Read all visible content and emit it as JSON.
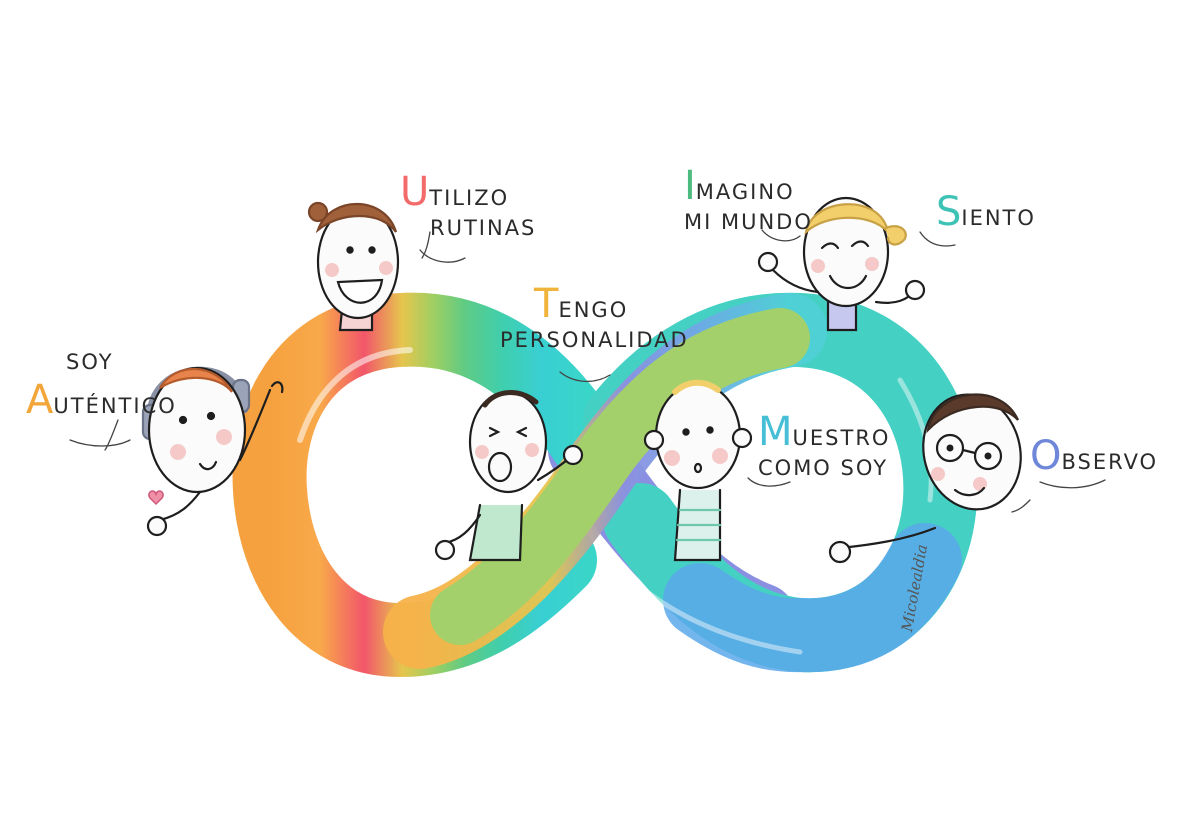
{
  "labels": [
    {
      "key": "soy",
      "cap": "A",
      "rest": "UTÉNTICO",
      "pre": "SOY",
      "color": "#f2a63a"
    },
    {
      "key": "utilizo",
      "cap": "U",
      "rest": "TILIZO",
      "line2": "RUTINAS",
      "color": "#f26a6a"
    },
    {
      "key": "tengo",
      "cap": "T",
      "rest": "ENGO",
      "line2": "PERSONALIDAD",
      "color": "#f0b33c"
    },
    {
      "key": "imagino",
      "cap": "I",
      "rest": "MAGINO",
      "line2": "MI MUNDO",
      "color": "#4dbb7f"
    },
    {
      "key": "siento",
      "cap": "S",
      "rest": "IENTO",
      "color": "#3fc2b6"
    },
    {
      "key": "muestro",
      "cap": "M",
      "rest": "UESTRO",
      "line2": "COMO SOY",
      "color": "#46bfd6"
    },
    {
      "key": "observo",
      "cap": "O",
      "rest": "BSERVO",
      "color": "#6f87d8"
    }
  ],
  "signature": "Micolealdia",
  "colors": {
    "ink": "#1e1e1e",
    "skin": "#fbfbfb",
    "cheek": "#f6c9c9",
    "hair_brown": "#a0603a",
    "hair_orange": "#e7834b",
    "hair_blonde": "#f2cf6b",
    "hair_dark": "#3a2a22",
    "heart": "#f08fa8"
  },
  "icons": [
    "infinity-symbol",
    "heart-icon",
    "headphones-icon",
    "glasses-icon"
  ]
}
